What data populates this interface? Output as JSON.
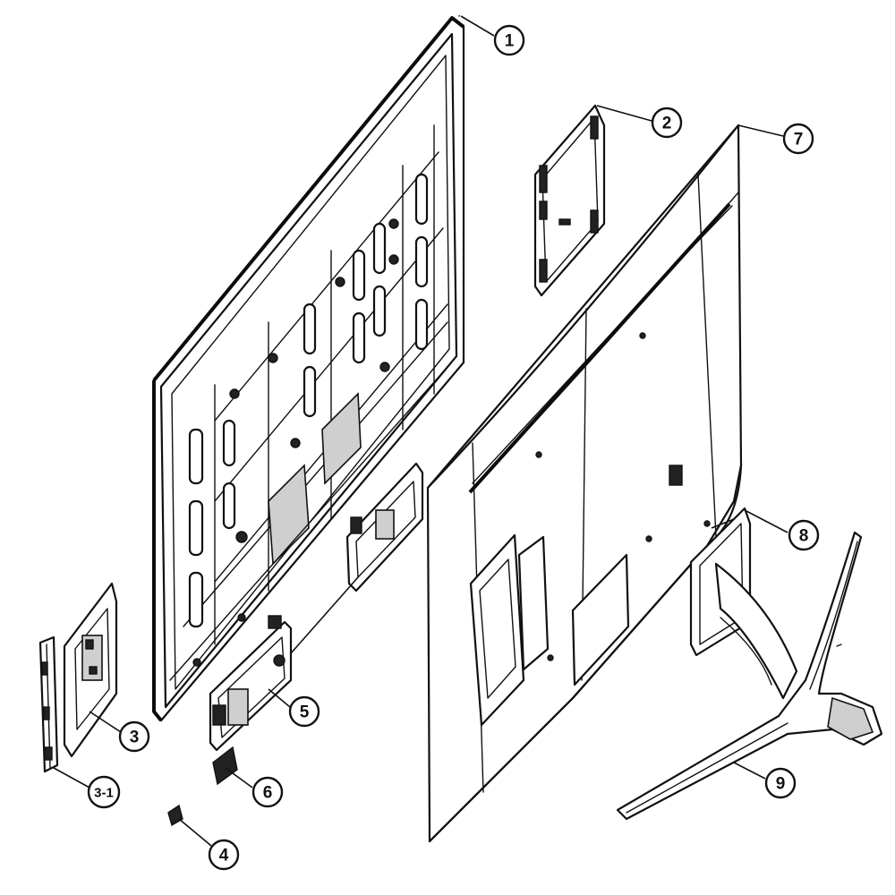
{
  "callouts": [
    {
      "id": "1",
      "label": "1"
    },
    {
      "id": "2",
      "label": "2"
    },
    {
      "id": "3",
      "label": "3"
    },
    {
      "id": "3-1",
      "label": "3-1"
    },
    {
      "id": "4",
      "label": "4"
    },
    {
      "id": "5",
      "label": "5"
    },
    {
      "id": "6",
      "label": "6"
    },
    {
      "id": "7",
      "label": "7"
    },
    {
      "id": "8",
      "label": "8"
    },
    {
      "id": "9",
      "label": "9"
    }
  ]
}
